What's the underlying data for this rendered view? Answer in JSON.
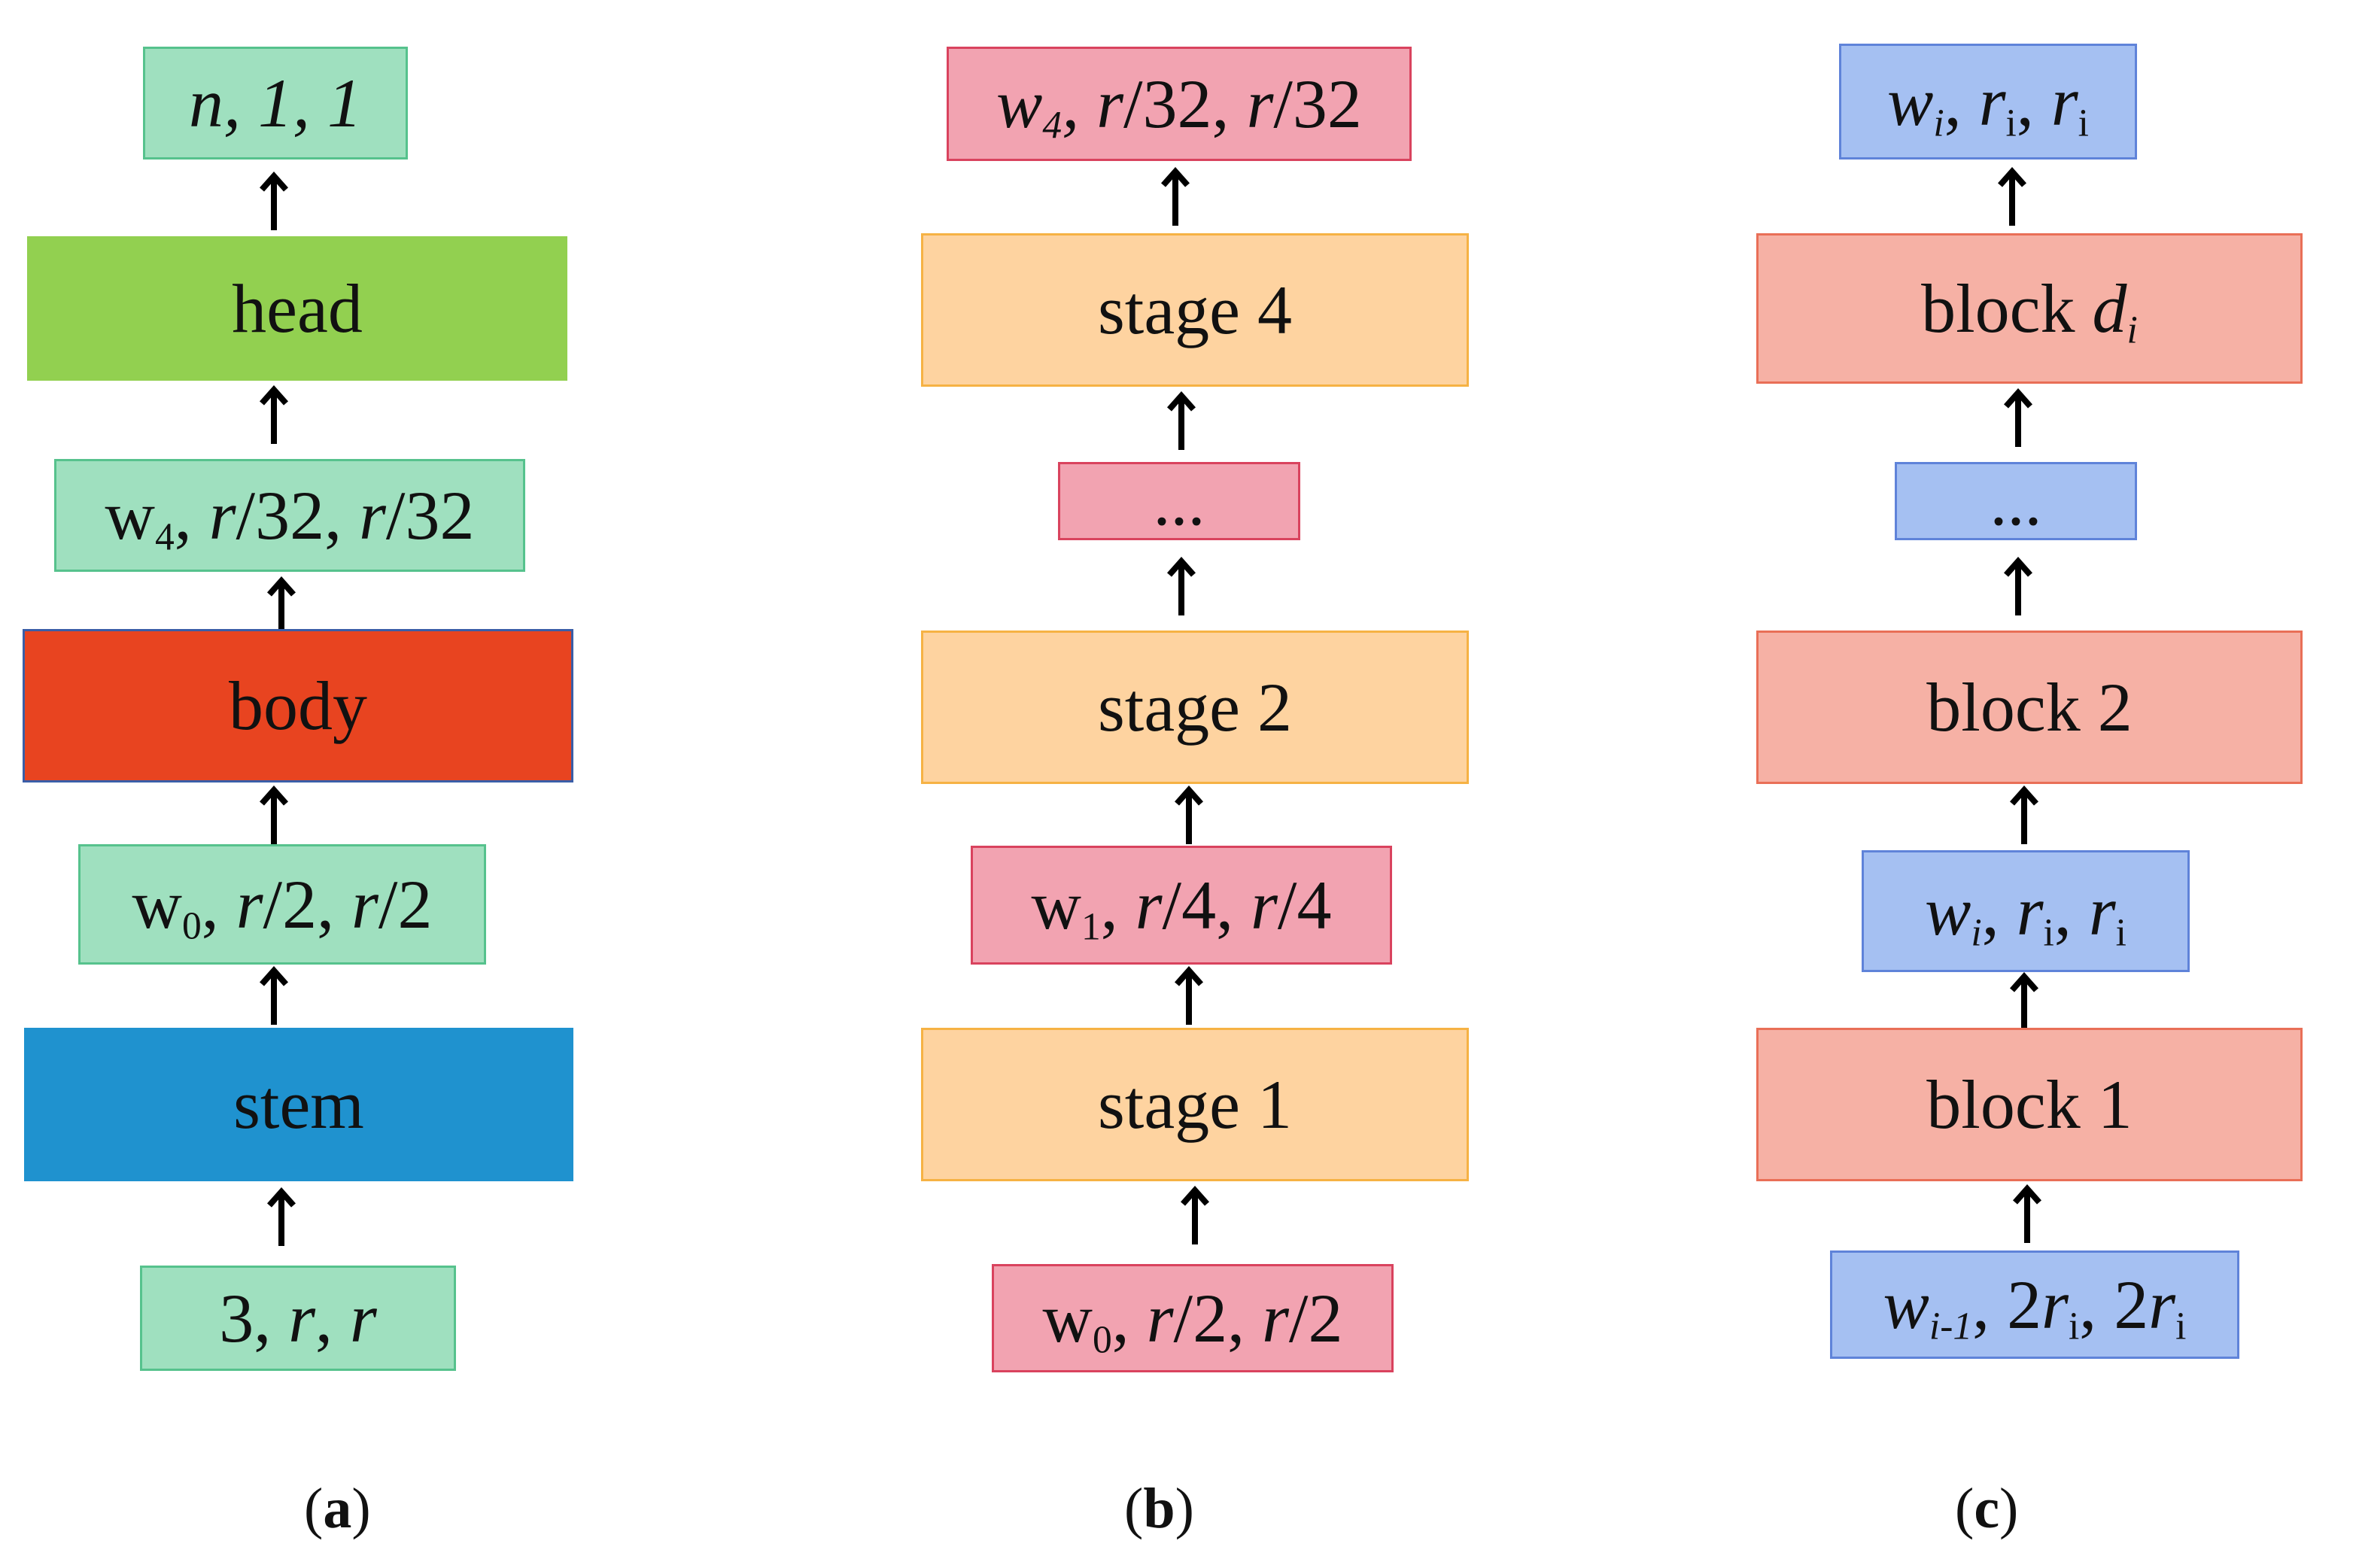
{
  "colors": {
    "teal": "#9fe0bf",
    "head": "#92d050",
    "body": "#e84420",
    "stem": "#1f92cf",
    "pink": "#f2a3b1",
    "orange": "#fed3a0",
    "salmon": "#f6b1a5",
    "blue": "#a5c0f2"
  },
  "panel_a": {
    "caption": "a",
    "out": "n, 1, 1",
    "head": "head",
    "w4": [
      "w",
      "4",
      ", ",
      "r",
      "/32, ",
      "r",
      "/32"
    ],
    "body": "body",
    "w0": [
      "w",
      "0",
      ", ",
      "r",
      "/2, ",
      "r",
      "/2"
    ],
    "stem": "stem",
    "input": [
      "3, ",
      "r",
      ", ",
      "r"
    ]
  },
  "panel_b": {
    "caption": "b",
    "out": [
      "w",
      "4",
      ", ",
      "r",
      "/32, ",
      "r",
      "/32"
    ],
    "stage4": "stage 4",
    "ellipsis": "...",
    "stage2": "stage 2",
    "w1": [
      "w",
      "1",
      ", ",
      "r",
      "/4, ",
      "r",
      "/4"
    ],
    "stage1": "stage 1",
    "w0": [
      "w",
      "0",
      ", ",
      "r",
      "/2, ",
      "r",
      "/2"
    ]
  },
  "panel_c": {
    "caption": "c",
    "out": [
      "w",
      "i",
      ", ",
      "r",
      "i",
      ", ",
      "r",
      "i"
    ],
    "block_d": [
      "block ",
      "d",
      "i"
    ],
    "ellipsis": "...",
    "block2": "block 2",
    "mid": [
      "w",
      "i",
      ", ",
      "r",
      "i",
      ", ",
      "r",
      "i"
    ],
    "block1": "block 1",
    "input": [
      "w",
      "i-1",
      ", 2",
      "r",
      "i",
      ", 2",
      "r",
      "i"
    ]
  }
}
